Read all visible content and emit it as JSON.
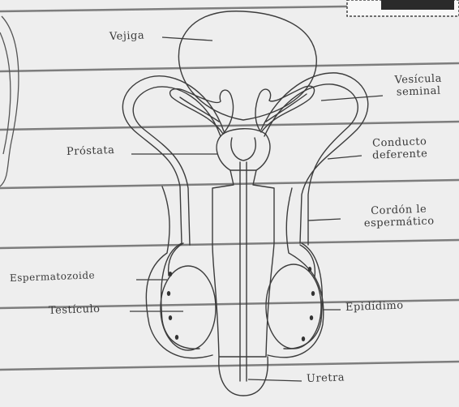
{
  "labels": {
    "vejiga": "Vejiga",
    "vesicula_seminal_1": "Vesícula",
    "vesicula_seminal_2": "seminal",
    "prostata": "Próstata",
    "conducto_deferente_1": "Conducto",
    "conducto_deferente_2": "deferente",
    "cordon_espermatico_1": "Cordón le",
    "cordon_espermatico_2": "espermático",
    "espermatozoide": "Espermatozoide",
    "testiculo": "Testículo",
    "epididimo": "Epidídimo",
    "uretra": "Uretra"
  },
  "colors": {
    "paper": "#eeeeee",
    "rule_line": "#7a7a7a",
    "ink": "#3a3a3a"
  }
}
